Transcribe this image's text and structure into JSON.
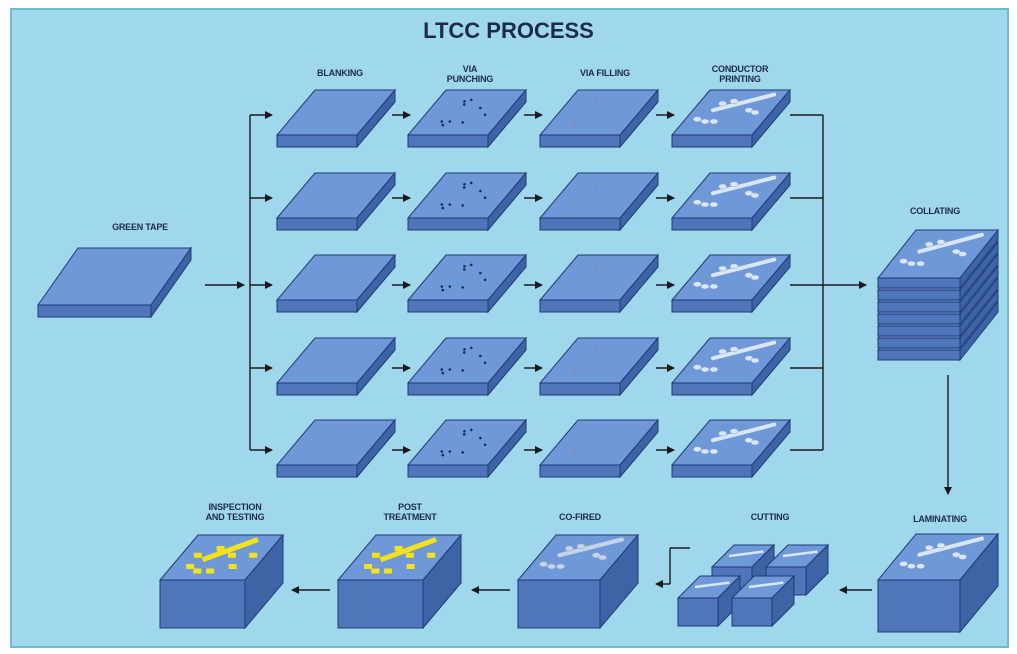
{
  "title": "LTCC PROCESS",
  "steps": {
    "green_tape": "GREEN TAPE",
    "blanking": "BLANKING",
    "via_punching": "VIA\nPUNCHING",
    "via_filling": "VIA FILLING",
    "conductor_printing": "CONDUCTOR\nPRINTING",
    "collating": "COLLATING",
    "laminating": "LAMINATING",
    "cutting": "CUTTING",
    "co_fired": "CO-FIRED",
    "post_treatment": "POST\nTREATMENT",
    "inspection_testing": "INSPECTION\nAND TESTING"
  },
  "colors": {
    "background": "#9fd8ec",
    "tape_top": "#6f98d9",
    "tape_side": "#4f76bb",
    "tape_edge": "#1f3b73",
    "conductor": "#d9e6f5",
    "gold_conductor": "#f5e21a",
    "arrow": "#1a1a1a"
  }
}
